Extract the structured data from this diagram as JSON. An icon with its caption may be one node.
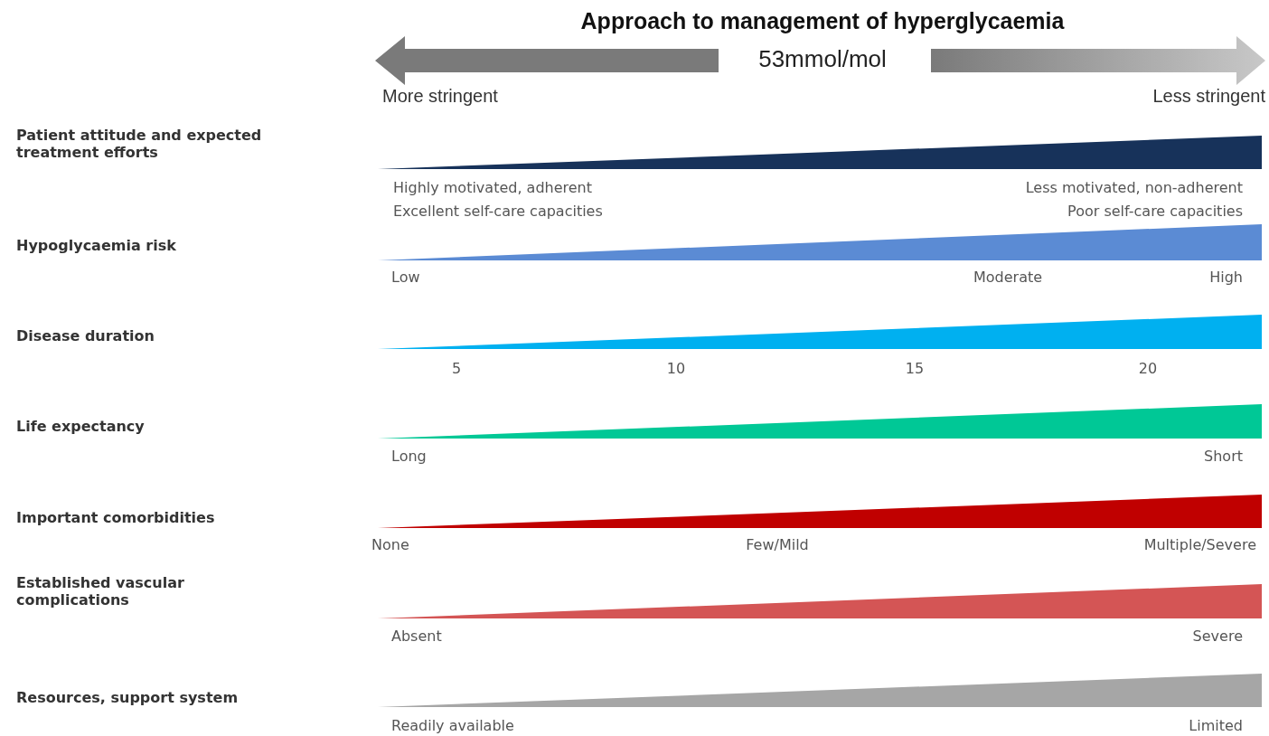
{
  "diagram": {
    "title": "Approach to management of hyperglycaemia",
    "nodes": [
      {
        "text": [],
        "shape": "triangle"
      },
      {
        "text": [],
        "shape": "triangle"
      },
      {
        "text": [],
        "shape": "triangle"
      },
      {
        "text": [],
        "shape": "triangle"
      },
      {
        "text": [],
        "shape": "triangle"
      },
      {
        "text": [],
        "shape": "triangle"
      },
      {
        "text": [],
        "shape": "triangle"
      }
    ],
    "labels": [
      "53mmol/mol",
      "More stringent",
      "Less stringent",
      "Patient attitude and expected treatment efforts",
      "Highly motivated, adherent",
      "Less motivated, non-adherent",
      "Excellent self-care capacities",
      "Poor self-care capacities",
      "Hypoglycaemia risk",
      "Low",
      "Moderate",
      "High",
      "Disease duration",
      "5",
      "10",
      "15",
      "20",
      "Life expectancy",
      "Long",
      "Short",
      "Important comorbidities",
      "None",
      "Few/Mild",
      "Multiple/Severe",
      "Established vascular complications",
      "Absent",
      "Severe",
      "Resources, support system",
      "Readily available",
      "Limited"
    ]
  }
}
